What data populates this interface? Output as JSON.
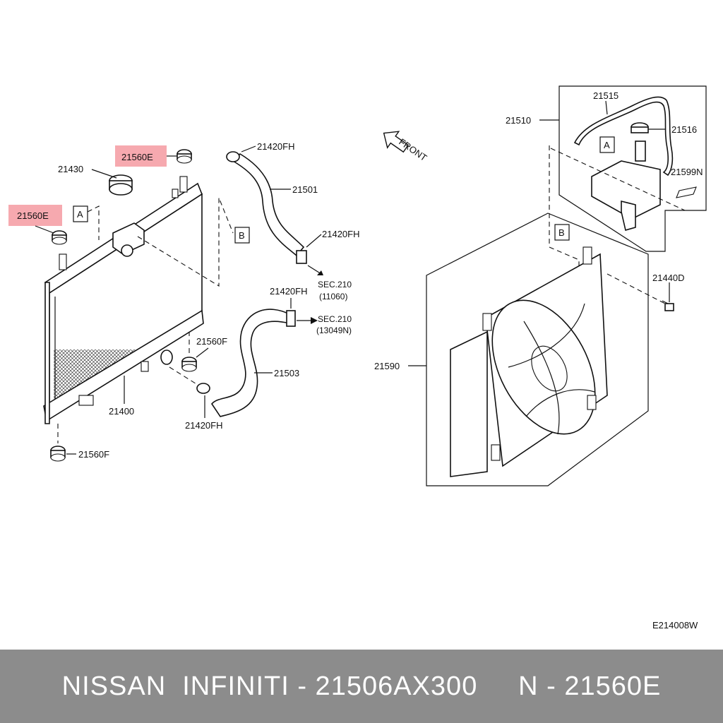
{
  "diagram": {
    "direction_label": "FRONT",
    "diagram_code": "E214008W",
    "callouts": {
      "cap_21430": "21430",
      "bush_top_21560e": "21560E",
      "bush_left_21560e": "21560E",
      "ref_a_left": "A",
      "ref_b_left": "B",
      "clamp_top_21420fh": "21420FH",
      "hose_upper_21501": "21501",
      "clamp_mid_21420fh": "21420FH",
      "sec_upper": "SEC.210",
      "sec_upper_code": "(11060)",
      "clamp_lower_21420fh": "21420FH",
      "sec_lower": "SEC.210",
      "sec_lower_code": "(13049N)",
      "bush_mid_21560f": "21560F",
      "hose_lower_21503": "21503",
      "radiator_21400": "21400",
      "clamp_bottom_21420fh": "21420FH",
      "bush_bottom_21560f": "21560F",
      "reservoir_21510": "21510",
      "hose_res_21515": "21515",
      "cap_res_21516": "21516",
      "ref_a_right": "A",
      "label_21599n": "21599N",
      "ref_b_right": "B",
      "bolt_21440d": "21440D",
      "fan_21590": "21590"
    }
  },
  "footer": {
    "text": "NISSAN  INFINITI - 21506AX300     N - 21560E"
  },
  "colors": {
    "highlight": "#f49aa1",
    "footer_bg": "#8c8c8c",
    "footer_fg": "#ffffff"
  }
}
